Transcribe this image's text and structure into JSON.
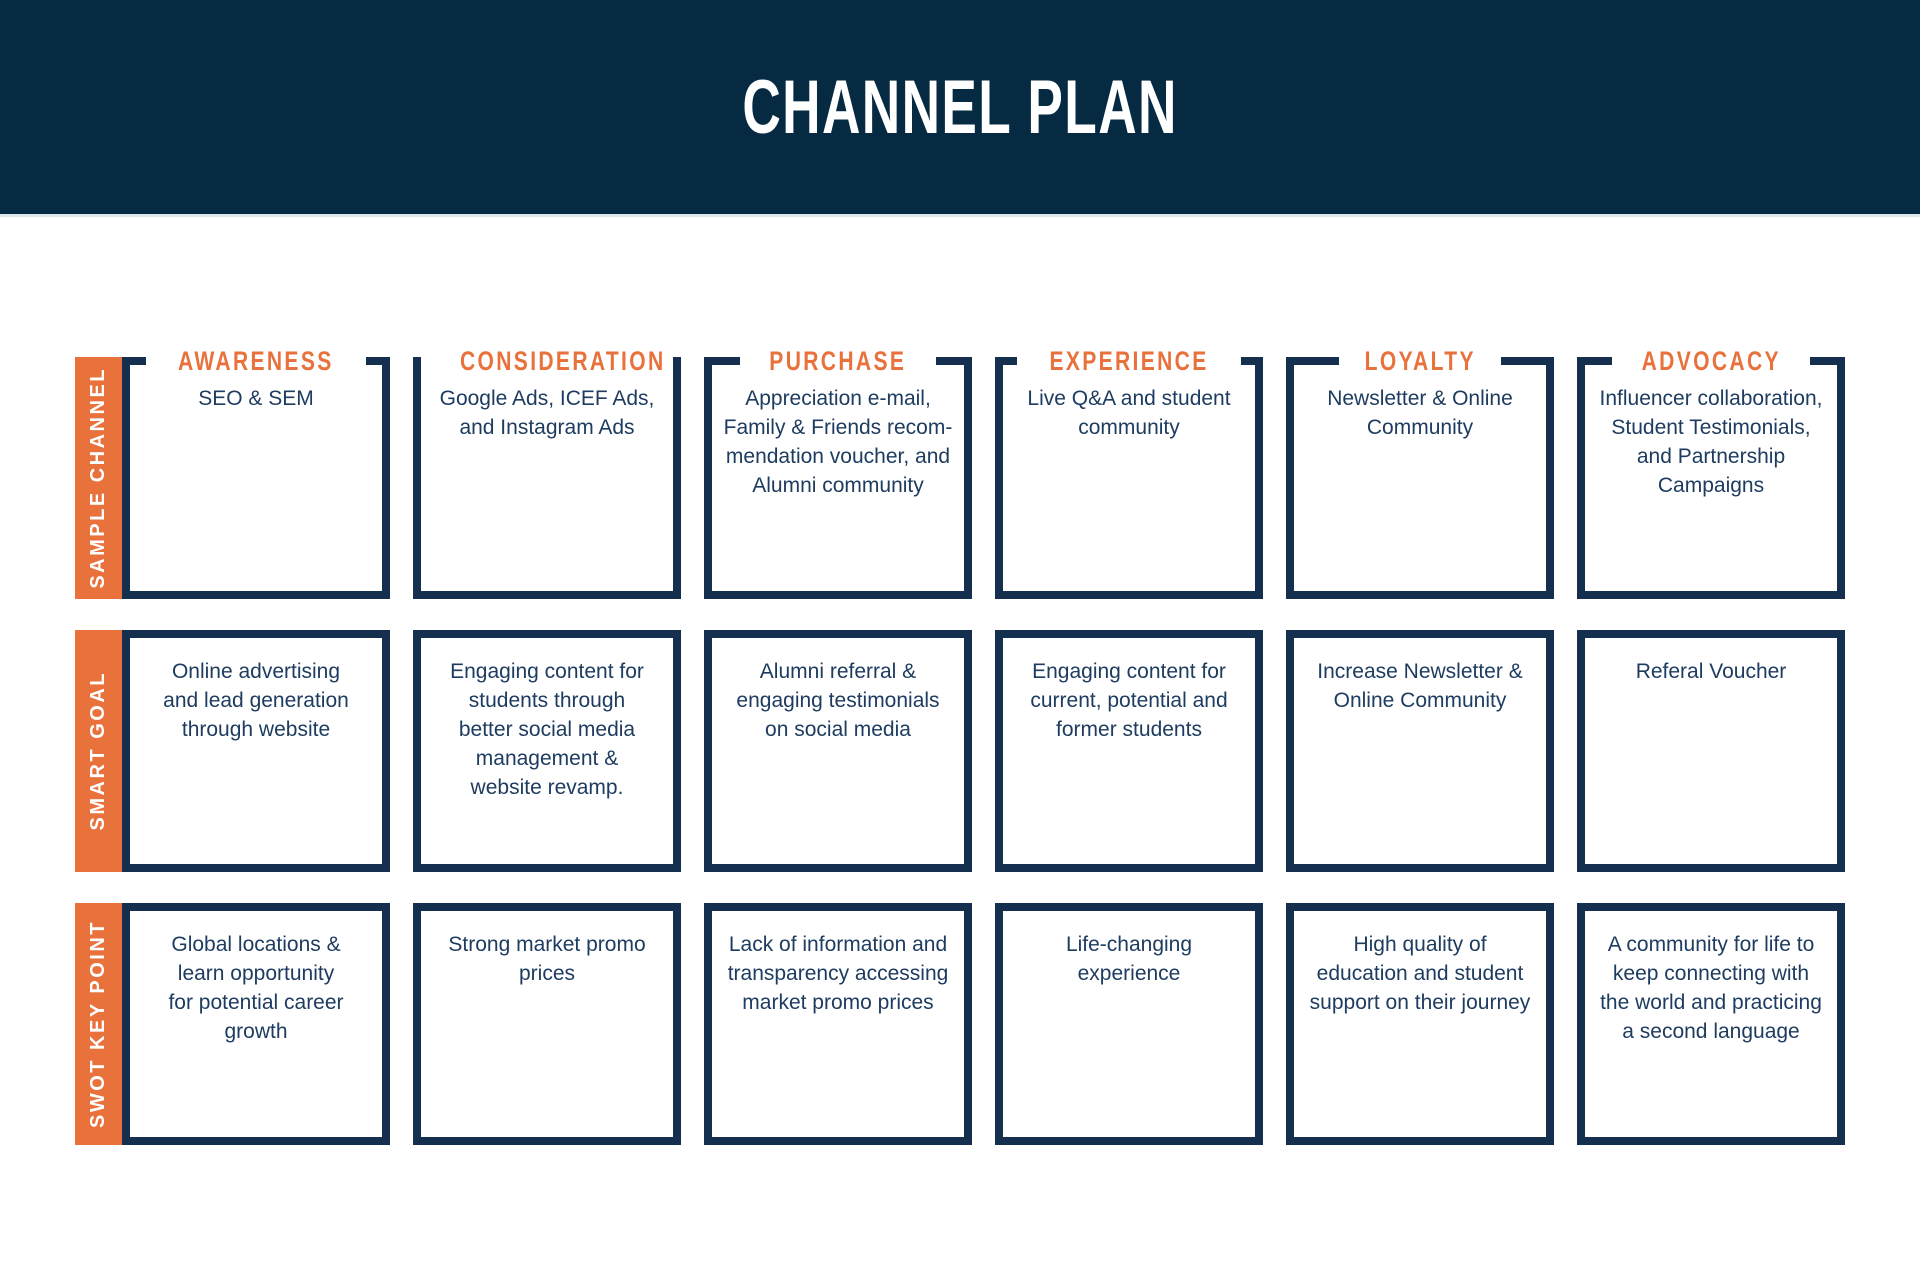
{
  "title": "CHANNEL PLAN",
  "colors": {
    "navy_band": "#052a42",
    "navy_border": "#15304e",
    "text_navy": "#1e3c60",
    "orange": "#e8713c",
    "label_text": "#ffffff"
  },
  "rows": [
    {
      "label": "SAMPLE CHANNEL"
    },
    {
      "label": "SMART GOAL"
    },
    {
      "label": "SWOT KEY POINT"
    }
  ],
  "columns": [
    {
      "label": "AWARENESS",
      "sample_channel": "SEO & SEM",
      "smart_goal": "Online advertising\nand lead generation\nthrough website",
      "swot_key_point": "Global locations &\nlearn opportunity\nfor potential career\ngrowth"
    },
    {
      "label": "CONSIDERATION",
      "sample_channel": "Google Ads, ICEF Ads,\nand Instagram Ads",
      "smart_goal": "Engaging content for\nstudents through\nbetter social media\nmanagement &\nwebsite revamp.",
      "swot_key_point": "Strong market promo\nprices"
    },
    {
      "label": "PURCHASE",
      "sample_channel": "Appreciation e-mail,\nFamily & Friends recom-\nmendation voucher, and\nAlumni community",
      "smart_goal": "Alumni referral &\nengaging testimonials\non social media",
      "swot_key_point": "Lack of information and\ntransparency accessing\nmarket promo prices"
    },
    {
      "label": "EXPERIENCE",
      "sample_channel": "Live Q&A and student\ncommunity",
      "smart_goal": "Engaging content for\ncurrent, potential and\nformer students",
      "swot_key_point": "Life-changing\nexperience"
    },
    {
      "label": "LOYALTY",
      "sample_channel": "Newsletter & Online\nCommunity",
      "smart_goal": "Increase Newsletter &\nOnline Community",
      "swot_key_point": "High quality of\neducation and student\nsupport on their journey"
    },
    {
      "label": "ADVOCACY",
      "sample_channel": "Influencer collaboration,\nStudent Testimonials,\nand Partnership\nCampaigns",
      "smart_goal": "Referal Voucher",
      "swot_key_point": "A community for life to\nkeep connecting with\nthe world and practicing\na second language"
    }
  ]
}
